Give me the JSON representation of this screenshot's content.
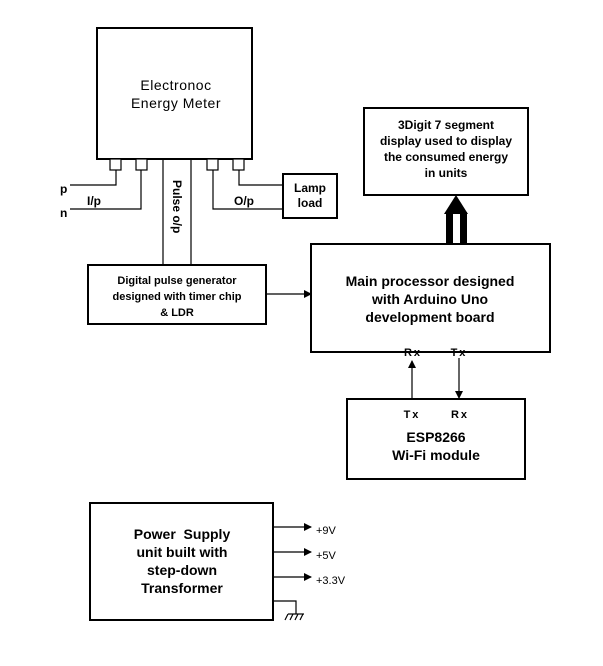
{
  "blocks": {
    "energy_meter": [
      "Electronoc",
      "Energy Meter"
    ],
    "display": [
      "3Digit 7 segment",
      "display used to display",
      "the consumed energy",
      "in units"
    ],
    "lamp_load": [
      "Lamp",
      "load"
    ],
    "pulse_generator": [
      "Digital pulse generator",
      "designed with timer chip",
      "& LDR"
    ],
    "main_processor": [
      "Main processor designed",
      "with Arduino Uno",
      "development board"
    ],
    "esp8266": [
      "ESP8266",
      "Wi-Fi module"
    ],
    "power_supply": [
      "Power  Supply",
      "unit built with",
      "step-down",
      "Transformer"
    ]
  },
  "labels": {
    "phase": "p",
    "neutral": "n",
    "input": "I/p",
    "output": "O/p",
    "pulse_output": "Pulse o/p",
    "arduino_rx": "Rx",
    "arduino_tx": "Tx",
    "esp_tx": "Tx",
    "esp_rx": "Rx"
  },
  "supply_outputs": [
    "+9V",
    "+5V",
    "+3.3V"
  ]
}
